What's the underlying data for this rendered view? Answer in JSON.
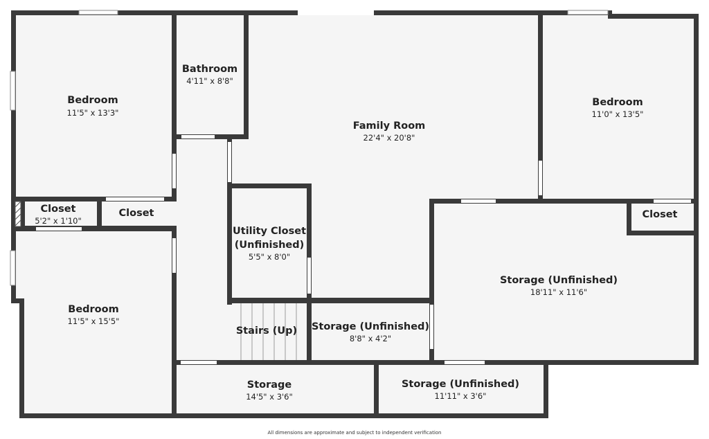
{
  "rooms": [
    {
      "name": "Bedroom",
      "dims": "11'5\" x 13'3\""
    },
    {
      "name": "Bathroom",
      "dims": "4'11\" x 8'8\""
    },
    {
      "name": "Family Room",
      "dims": "22'4\" x 20'8\""
    },
    {
      "name": "Bedroom",
      "dims": "11'0\" x 13'5\""
    },
    {
      "name": "Closet",
      "dims": "5'2\" x 1'10\""
    },
    {
      "name": "Closet",
      "dims": ""
    },
    {
      "name": "Utility Closet",
      "name2": "(Unfinished)",
      "dims": "5'5\" x 8'0\""
    },
    {
      "name": "Closet",
      "dims": ""
    },
    {
      "name": "Storage (Unfinished)",
      "dims": "18'11\" x 11'6\""
    },
    {
      "name": "Bedroom",
      "dims": "11'5\" x 15'5\""
    },
    {
      "name": "Stairs (Up)",
      "dims": ""
    },
    {
      "name": "Storage (Unfinished)",
      "dims": "8'8\" x 4'2\""
    },
    {
      "name": "Storage",
      "dims": "14'5\" x 3'6\""
    },
    {
      "name": "Storage (Unfinished)",
      "dims": "11'11\" x 3'6\""
    }
  ],
  "footer": {
    "note": "All dimensions are approximate and subject to independent verification"
  },
  "colors": {
    "wall": "#3a3a3a",
    "floor": "#f5f5f5",
    "background": "#ffffff"
  }
}
